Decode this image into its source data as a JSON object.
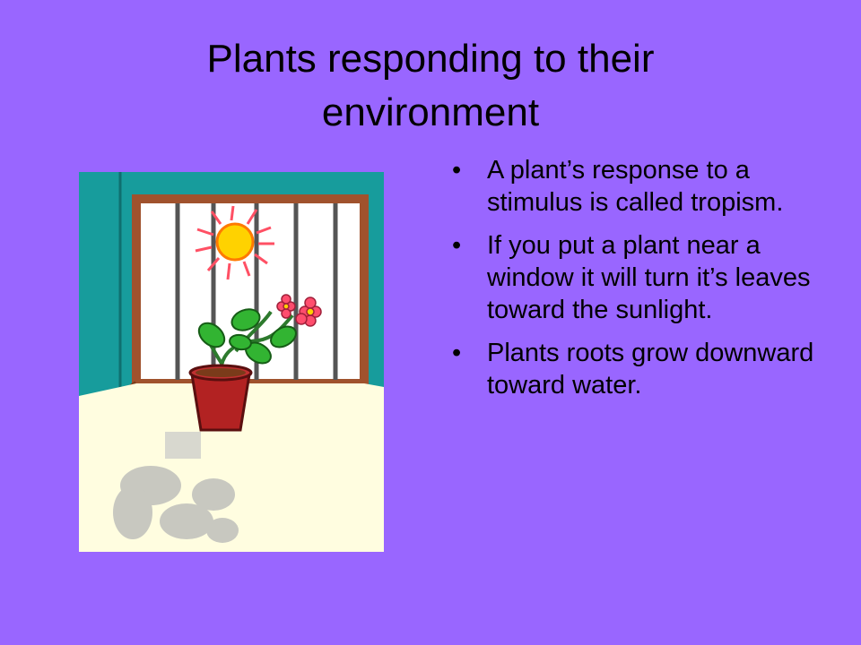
{
  "slide": {
    "title_lines": [
      "Plants responding to their",
      "environment"
    ],
    "bullets": [
      "A plant’s response to a stimulus is called tropism.",
      "If you put a plant near a window it will turn it’s leaves toward the sunlight.",
      "Plants roots grow downward toward water."
    ],
    "illustration": "plant-in-window-clipart",
    "colors": {
      "background": "#9966ff",
      "wall": "#179c9c",
      "window_frame": "#a0522d",
      "floor": "#fffde0",
      "pot": "#b22222",
      "leaf": "#32b432",
      "sun": "#ffd200",
      "sun_rays": "#ff5064",
      "flower": "#ff4d6d"
    }
  }
}
